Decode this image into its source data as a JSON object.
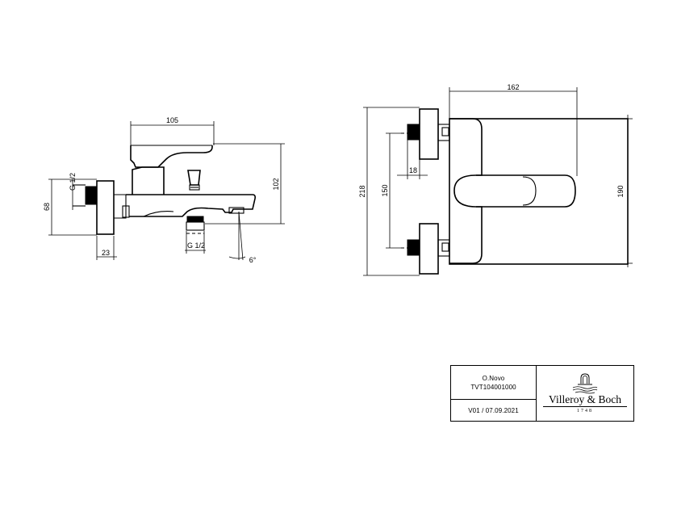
{
  "side_view": {
    "dims": {
      "width_top": "105",
      "height_right": "102",
      "height_left": "68",
      "thread": "G 1/2",
      "wall_depth": "23",
      "outlet_thread": "G 1/2",
      "angle": "6°"
    }
  },
  "top_view": {
    "dims": {
      "width_top": "162",
      "height_outer": "218",
      "centers": "150",
      "offset": "18",
      "height_right": "190"
    }
  },
  "title_block": {
    "product_name": "O.Novo",
    "article_number": "TVT104001000",
    "version": "V01 / 07.09.2021",
    "brand": {
      "icon": "fountain-logo-icon",
      "name": "Villeroy & Boch",
      "year": "1748"
    }
  }
}
